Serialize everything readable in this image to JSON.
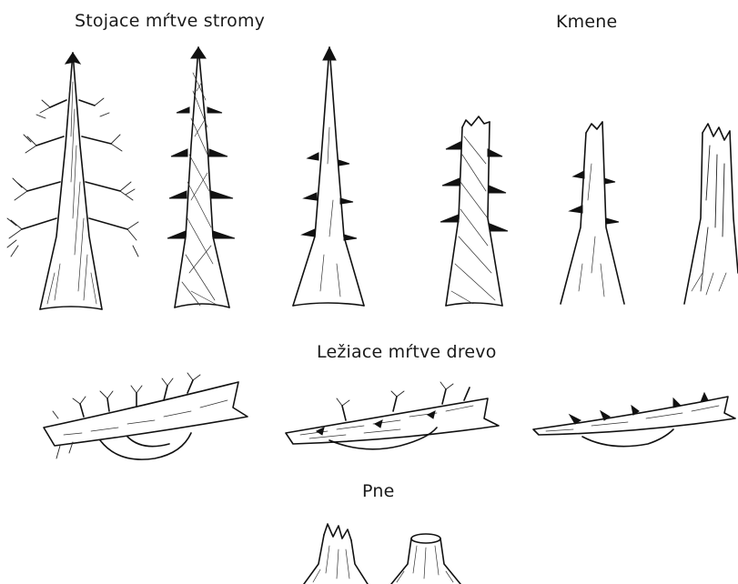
{
  "labels": {
    "standing_dead_trees": "Stojace mŕtve stromy",
    "trunks": "Kmene",
    "lying_dead_wood": "Ležiace mŕtve drevo",
    "stumps": "Pne"
  },
  "colors": {
    "ink": "#111111",
    "background": "#ffffff"
  }
}
